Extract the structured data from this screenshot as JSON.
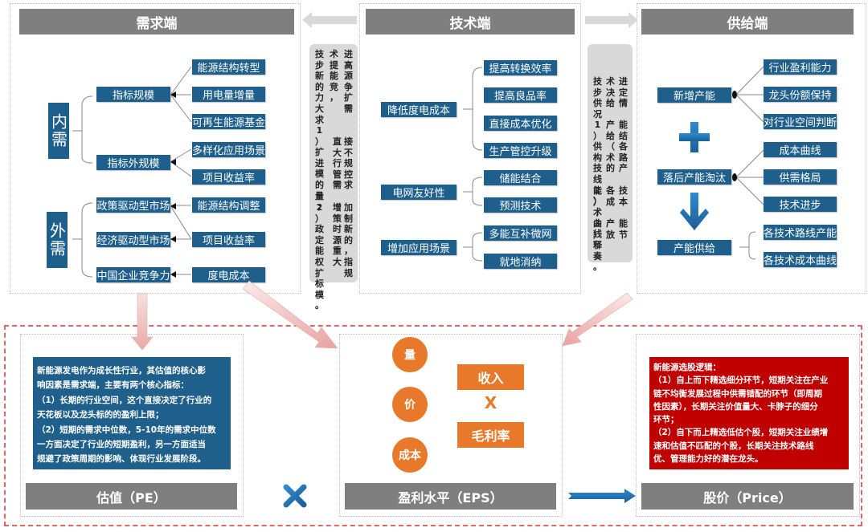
{
  "demand": {
    "title": "需求端",
    "internal_label": "内需",
    "external_label": "外需",
    "internal_groups": [
      {
        "label": "指标规模",
        "factors": [
          "能源结构转型",
          "用电量增量",
          "可再生能源基金"
        ]
      },
      {
        "label": "指标外规模",
        "factors": [
          "多样化应用场景",
          "项目收益率"
        ]
      }
    ],
    "external_groups": [
      "政策驱动型市场",
      "经济驱动型市场",
      "中国企业竞争力"
    ],
    "external_factors": [
      "能源结构调整",
      "项目收益率",
      "度电成本"
    ]
  },
  "tech_to_demand_note": {
    "columns": [
      "进高源争扩需",
      "术提能竞，",
      "技步新的力大求:",
      "接不规控求",
      "直大行管需",
      "1）扩进模的量;",
      "加制新的，指规",
      "增策时源重大",
      "2）政定能权扩标模。"
    ],
    "text": "技术进步提高新能源竞争力，扩大需求：1）直接扩大不行管控规模的需求量；2）增加政策制定时新能源的权重，扩大指标规模。"
  },
  "technology": {
    "title": "技术端",
    "groups": [
      {
        "label": "降低度电成本",
        "items": [
          "提高转换效率",
          "提高良品率",
          "直接成本优化",
          "生产管控升级"
        ]
      },
      {
        "label": "电网友好性",
        "items": [
          "储能结合",
          "预测技术"
        ]
      },
      {
        "label": "增加应用场景",
        "items": [
          "多能互补微网",
          "就地消纳"
        ]
      }
    ]
  },
  "tech_to_supply_note": {
    "columns": [
      "进定情",
      "术决给",
      "技步供况:",
      "能结各路产",
      "产给（术的",
      "1）供构技线能）;",
      "技本",
      "各成",
      "2）术曲线;",
      "能节",
      "产放",
      "3）释奏。"
    ],
    "text": "技术进步决定供给情况：1）产能供给结构（各技术路线的产能）；2）各技术成本曲线；3）产能释放节奏。"
  },
  "supply": {
    "title": "供给端",
    "groups": [
      {
        "label": "新增产能",
        "factors": [
          "行业盈利能力",
          "龙头份额保持",
          "对行业空间判断"
        ]
      },
      {
        "label": "落后产能淘汰",
        "factors": [
          "成本曲线",
          "供需格局",
          "技术进步"
        ]
      },
      {
        "label": "产能供给",
        "factors": [
          "各技术路线产能",
          "各技术成本曲线"
        ]
      }
    ],
    "plus_icon": "plus-icon",
    "down_arrow_icon": "arrow-down-icon"
  },
  "valuation": {
    "description_lines": [
      "新能源发电作为成长性行业，其估值的核心影",
      "响因素是需求端，主要有两个核心指标：",
      "（1）长期的行业空间，这个直接决定了行业的",
      "天花板以及龙头标的的盈利上限；",
      "（2）短期的需求中位数，5-10年的需求中位数",
      "一方面决定了行业的短期盈利，另一方面适当",
      "规避了政策周期的影响、体现行业发展阶段。"
    ],
    "footer": "估值（PE）"
  },
  "multiply_symbol": "✕",
  "eps": {
    "circles": [
      "量",
      "价",
      "成本"
    ],
    "revenue": "收入",
    "times": "X",
    "margin": "毛利率",
    "footer": "盈利水平（EPS）"
  },
  "price": {
    "description_lines": [
      "新能源选股逻辑：",
      "（1）自上而下精选细分环节，短期关注在产业",
      "链不均衡发展过程中供需错配的环节（即周期",
      "性因素），长期关注价值量大、卡脖子的细分",
      "环节；",
      "（2）自下而上精选低估个股，短期关注业绩增",
      "速和估值不匹配的个股，长期关注技术路线",
      "优、管理能力好的潜在龙头。"
    ],
    "footer": "股价（Price）"
  },
  "colors": {
    "header_gray": "#7f7f7f",
    "node_blue": "#1f5f8b",
    "accent_orange": "#e8792b",
    "price_red": "#c00000",
    "dashed_red": "#e06666"
  }
}
